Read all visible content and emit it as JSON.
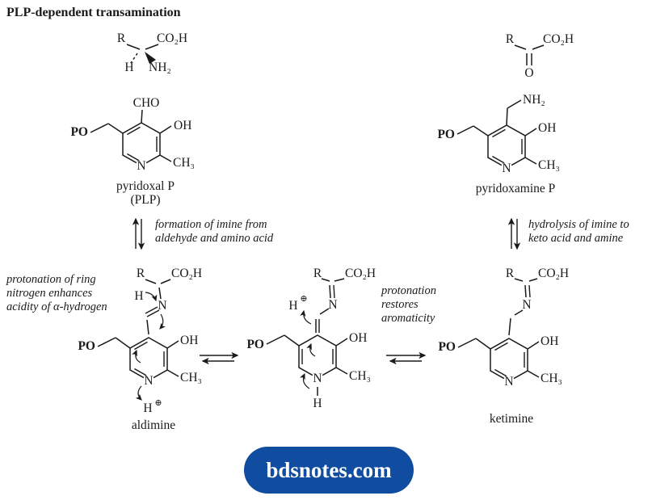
{
  "title": "PLP-dependent transamination",
  "colors": {
    "ink": "#1a1a1a",
    "badge_bg": "#104da0",
    "badge_text": "#ffffff"
  },
  "badge": {
    "label": "bdsnotes.com"
  },
  "arrows": {
    "left_equilibrium": {
      "line1": "formation of imine from",
      "line2": "aldehyde and amino acid"
    },
    "right_equilibrium": {
      "line1": "hydrolysis of imine to",
      "line2": "keto acid and amine"
    }
  },
  "notes": {
    "aldimine": {
      "line1": "protonation of ring",
      "line2": "nitrogen enhances",
      "line3": "acidity of α-hydrogen"
    },
    "quinonoid": {
      "line1": "protonation",
      "line2": "restores",
      "line3": "aromaticity"
    }
  },
  "structures": {
    "amino_acid": {
      "r": "R",
      "co2h": "CO₂H",
      "h": "H",
      "nh2": "NH₂"
    },
    "pyridoxal": {
      "cho": "CHO",
      "oh": "OH",
      "po": "PO",
      "ring_n": "N",
      "ch3": "CH₃",
      "caption_line1": "pyridoxal P",
      "caption_line2": "(PLP)"
    },
    "keto_acid": {
      "r": "R",
      "co2h": "CO₂H",
      "o": "O"
    },
    "pyridoxamine": {
      "nh2": "NH₂",
      "oh": "OH",
      "po": "PO",
      "ring_n": "N",
      "ch3": "CH₃",
      "caption": "pyridoxamine P"
    },
    "aldimine": {
      "r": "R",
      "co2h": "CO₂H",
      "alpha_h": "H",
      "imine_n": "N",
      "oh": "OH",
      "po": "PO",
      "ch3": "CH₃",
      "ring_n": "N",
      "proton": "H",
      "plus": "⊕",
      "caption": "aldimine"
    },
    "quinonoid": {
      "r": "R",
      "co2h": "CO₂H",
      "proton": "H",
      "plus": "⊕",
      "imine_n": "N",
      "oh": "OH",
      "po": "PO",
      "ch3": "CH₃",
      "ring_n": "N",
      "ring_nh": "H"
    },
    "ketimine": {
      "r": "R",
      "co2h": "CO₂H",
      "imine_n": "N",
      "oh": "OH",
      "po": "PO",
      "ch3": "CH₃",
      "ring_n": "N",
      "caption": "ketimine"
    }
  }
}
